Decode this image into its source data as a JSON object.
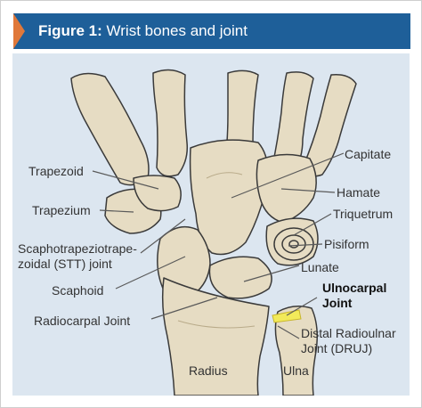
{
  "header": {
    "figure_label": "Figure 1:",
    "title": "Wrist bones and joint"
  },
  "labels": {
    "capitate": "Capitate",
    "trapezoid": "Trapezoid",
    "hamate": "Hamate",
    "trapezium": "Trapezium",
    "triquetrum": "Triquetrum",
    "stt_line1": "Scaphotrapeziotrape-",
    "stt_line2": "zoidal (STT) joint",
    "pisiform": "Pisiform",
    "lunate": "Lunate",
    "scaphoid": "Scaphoid",
    "ulnocarpal_line1": "Ulnocarpal",
    "ulnocarpal_line2": "Joint",
    "radiocarpal": "Radiocarpal Joint",
    "druj_line1": "Distal Radioulnar",
    "druj_line2": "Joint (DRUJ)",
    "radius": "Radius",
    "ulna": "Ulna"
  },
  "colors": {
    "header_bg": "#1e5f99",
    "header_arrow": "#e0783a",
    "panel_bg": "#dce6f0",
    "bone_fill": "#e6dcc3",
    "bone_stroke": "#3a3a3a",
    "highlight": "#f2ea5a"
  }
}
